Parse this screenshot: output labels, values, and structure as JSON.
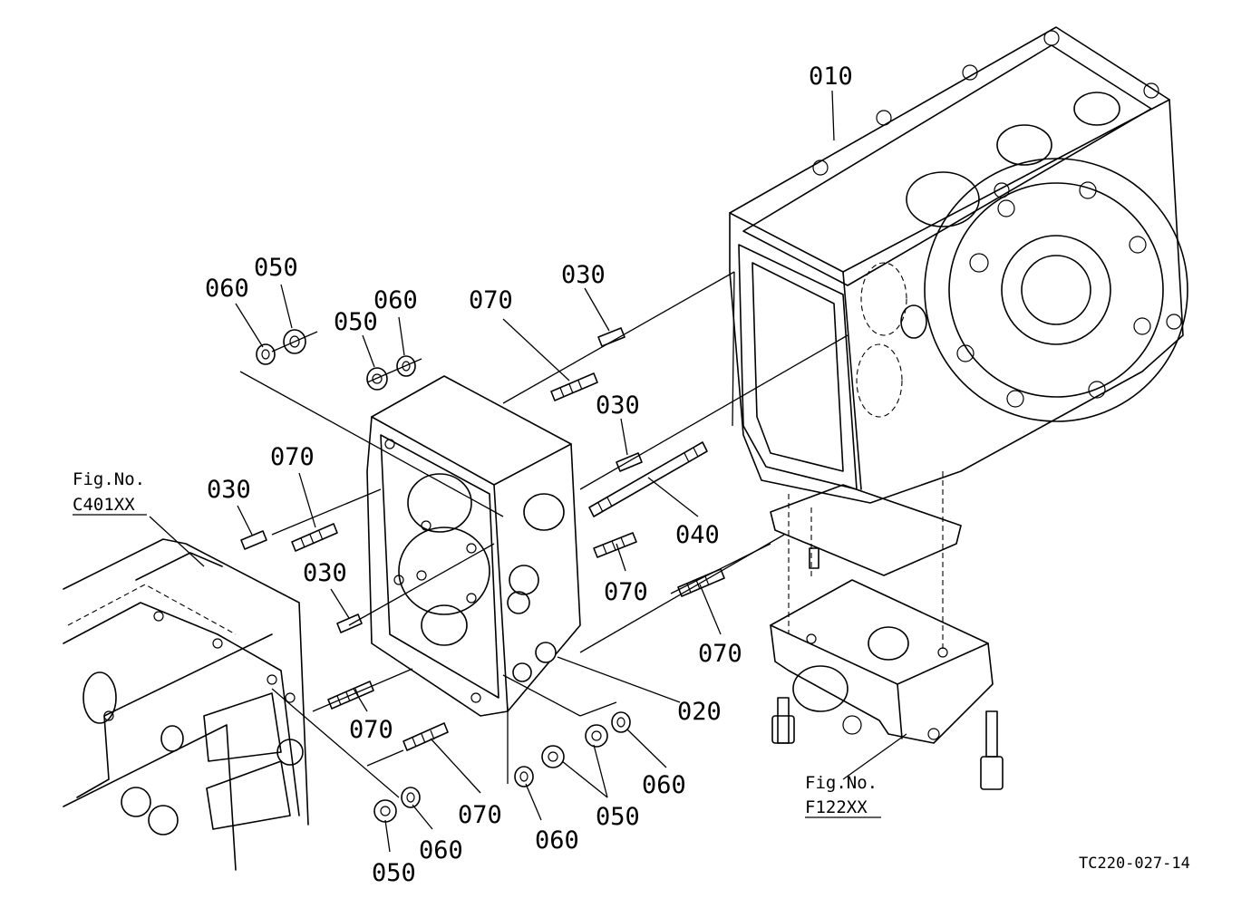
{
  "labels": {
    "p010": "010",
    "p020": "020",
    "p030a": "030",
    "p030b": "030",
    "p030c": "030",
    "p030d": "030",
    "p040": "040",
    "p050a": "050",
    "p050b": "050",
    "p050c": "050",
    "p050d": "050",
    "p060a": "060",
    "p060b": "060",
    "p060c": "060",
    "p060d": "060",
    "p060e": "060",
    "p070a": "070",
    "p070b": "070",
    "p070c": "070",
    "p070d": "070",
    "p070e": "070",
    "p070f": "070"
  },
  "figure_refs": {
    "left": {
      "line1": "Fig.No.",
      "line2": "C401XX"
    },
    "right": {
      "line1": "Fig.No.",
      "line2": "F122XX"
    }
  },
  "drawing_number": "TC220-027-14"
}
